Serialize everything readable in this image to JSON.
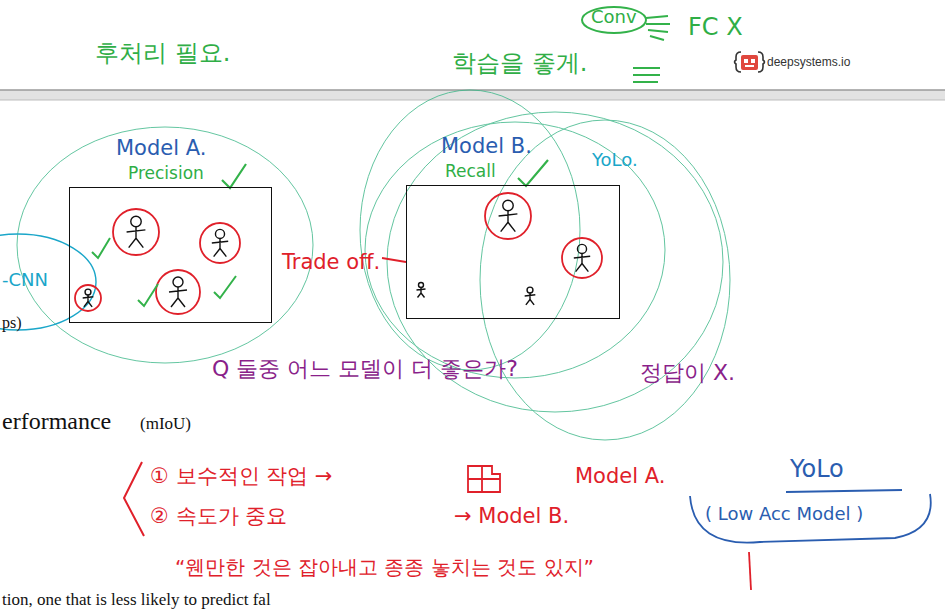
{
  "diagram": {
    "nodes": [
      {
        "text": [
          "Model A.",
          "Precision"
        ]
      },
      {
        "text": [
          "Model B.",
          "Recall"
        ]
      }
    ],
    "labels": [
      "Conv",
      "FC X",
      "deepsystems.io",
      "후처리 필요.",
      "학습을 좋게.",
      "YoLo.",
      "Trade off.",
      "-CNN",
      "ps)",
      "Q 둘중 어느 모델이 더 좋은가?",
      "정답이 X.",
      "erformance",
      "(mIoU)",
      "① 보수적인 작업 →",
      "Model A.",
      "YoLo",
      "② 속도가 중요",
      "→ Model B.",
      "( Low Acc Model )",
      "“웬만한 것은 잡아내고 종종 놓치는 것도 있지”",
      "tion, one that is less likely to predict fal"
    ]
  }
}
